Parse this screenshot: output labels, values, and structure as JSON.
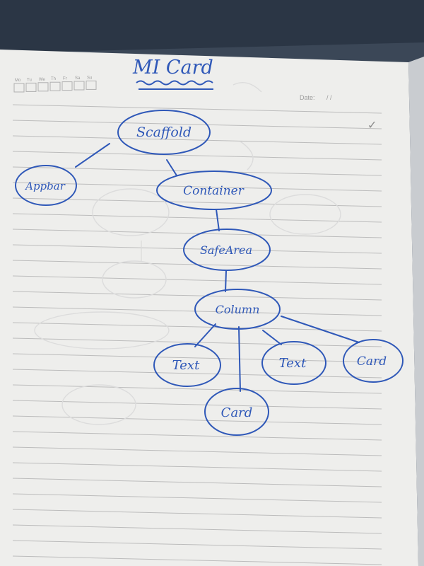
{
  "header": {
    "weekdays": [
      "Mo",
      "Tu",
      "We",
      "Th",
      "Fr",
      "Sa",
      "Su"
    ],
    "date_label": "Date:",
    "date_value": "/ /",
    "checkmark": "✓"
  },
  "note": {
    "title": "MI Card",
    "ink_color": "#2f58b8",
    "nodes": {
      "scaffold": "Scaffold",
      "appbar": "Appbar",
      "container": "Container",
      "safearea": "SafeArea",
      "column": "Column",
      "text1": "Text",
      "card1": "Card",
      "text2": "Text",
      "card2": "Card"
    }
  }
}
